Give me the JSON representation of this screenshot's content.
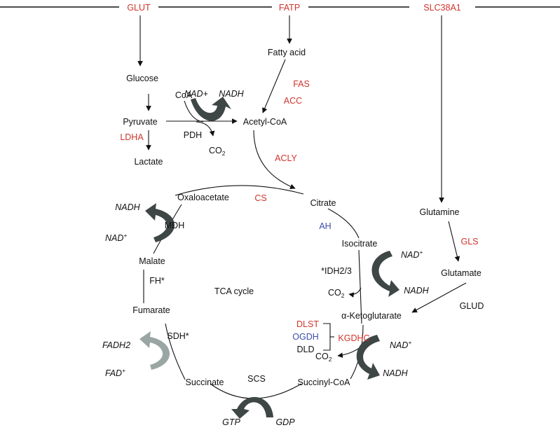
{
  "colors": {
    "enzyme_red": "#d0342c",
    "enzyme_blue": "#3d4fa8",
    "cofactor_arrow": "#3e4746",
    "fad_arrow": "#9aa6a3"
  },
  "transporters": {
    "glut": "GLUT",
    "fatp": "FATP",
    "slc38a1": "SLC38A1"
  },
  "metabolites": {
    "glucose": "Glucose",
    "coa": "CoA",
    "pyruvate": "Pyruvate",
    "lactate": "Lactate",
    "fatty_acid": "Fatty acid",
    "acetyl_coa": "Acetyl-CoA",
    "citrate": "Citrate",
    "isocitrate": "Isocitrate",
    "akg": "α-Ketoglutarate",
    "succinyl_coa": "Succinyl-CoA",
    "succinate": "Succinate",
    "fumarate": "Fumarate",
    "malate": "Malate",
    "oxaloacetate": "Oxaloacetate",
    "glutamine": "Glutamine",
    "glutamate": "Glutamate"
  },
  "cofactors": {
    "nad_plus": "NAD+",
    "nad_sup": "NAD",
    "plus": "+",
    "nadh": "NADH",
    "co": "CO",
    "two": "2",
    "fadh2": "FADH2",
    "fad": "FAD",
    "gtp": "GTP",
    "gdp": "GDP"
  },
  "enzymes": {
    "ldha": "LDHA",
    "pdh": "PDH",
    "fas": "FAS",
    "acc": "ACC",
    "acly": "ACLY",
    "cs": "CS",
    "ah": "AH",
    "idh": "*IDH2/3",
    "dlst": "DLST",
    "ogdh": "OGDH",
    "dld": "DLD",
    "kgdhc": "KGDHC",
    "scs": "SCS",
    "sdh": "SDH*",
    "fh": "FH*",
    "mdh": "MDH",
    "gls": "GLS",
    "glud": "GLUD"
  },
  "cycle_label": "TCA cycle"
}
